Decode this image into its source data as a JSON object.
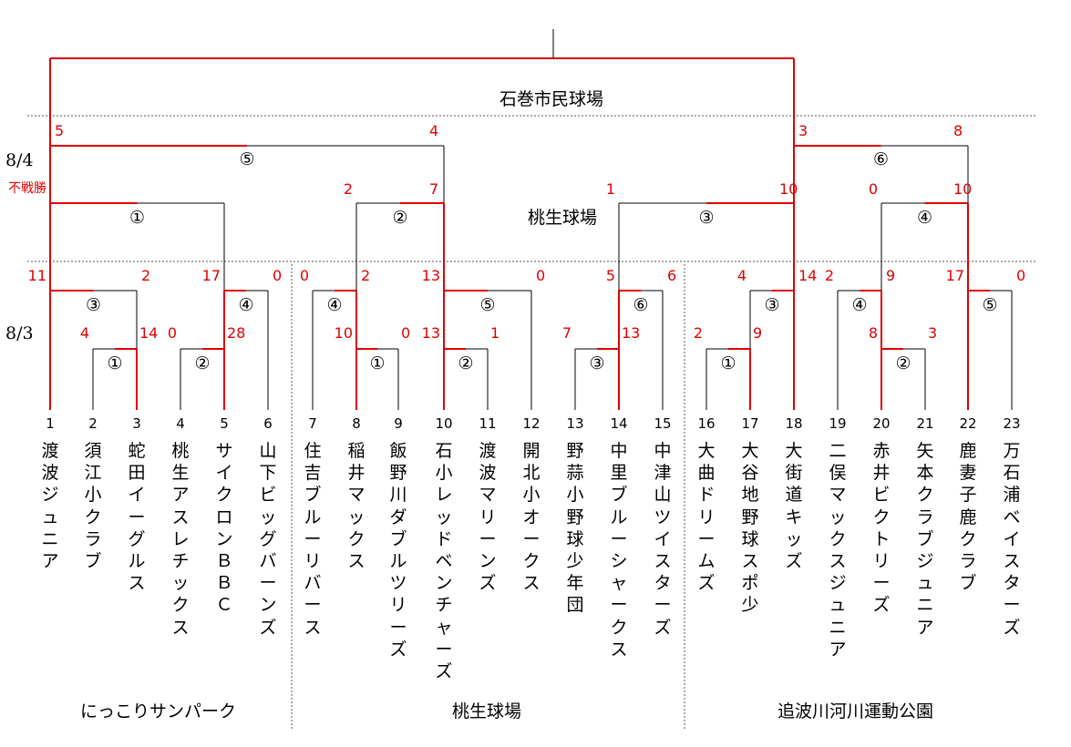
{
  "venues": {
    "final": "石巻市民球場",
    "semifinal": "桃生球場",
    "zone1": "にっこりサンパーク",
    "zone2": "桃生球場",
    "zone3": "追波川河川運動公園"
  },
  "dates": {
    "day2": "8/4",
    "day1": "8/3"
  },
  "teams": [
    {
      "no": "1",
      "name": "渡波ジュニア"
    },
    {
      "no": "2",
      "name": "須江小クラブ"
    },
    {
      "no": "3",
      "name": "蛇田イーグルス"
    },
    {
      "no": "4",
      "name": "桃生アスレチックス"
    },
    {
      "no": "5",
      "name": "サイクロンＢＢＣ"
    },
    {
      "no": "6",
      "name": "山下ビッグバーンズ"
    },
    {
      "no": "7",
      "name": "住吉ブルーリバース"
    },
    {
      "no": "8",
      "name": "稲井マックス"
    },
    {
      "no": "9",
      "name": "飯野川ダブルツリーズ"
    },
    {
      "no": "10",
      "name": "石小レッドベンチャーズ"
    },
    {
      "no": "11",
      "name": "渡波マリーンズ"
    },
    {
      "no": "12",
      "name": "開北小オークス"
    },
    {
      "no": "13",
      "name": "野蒜小野球少年団"
    },
    {
      "no": "14",
      "name": "中里ブルーシャークス"
    },
    {
      "no": "15",
      "name": "中津山ツイスターズ"
    },
    {
      "no": "16",
      "name": "大曲ドリームズ"
    },
    {
      "no": "17",
      "name": "大谷地野球スポ少"
    },
    {
      "no": "18",
      "name": "大街道キッズ"
    },
    {
      "no": "19",
      "name": "二俣マックスジュニア"
    },
    {
      "no": "20",
      "name": "赤井ビクトリーズ"
    },
    {
      "no": "21",
      "name": "矢本クラブジュニア"
    },
    {
      "no": "22",
      "name": "鹿妻子鹿クラブ"
    },
    {
      "no": "23",
      "name": "万石浦ベイスターズ"
    }
  ],
  "matches": {
    "d1": [
      {
        "label": "①",
        "l": "4",
        "r": "14"
      },
      {
        "label": "②",
        "l": "0",
        "r": "28"
      },
      {
        "label": "①",
        "l": "10",
        "r": "0"
      },
      {
        "label": "②",
        "l": "13",
        "r": "1"
      },
      {
        "label": "③",
        "l": "7",
        "r": "13"
      },
      {
        "label": "①",
        "l": "2",
        "r": "9"
      },
      {
        "label": "②",
        "l": "8",
        "r": "3"
      }
    ],
    "d2": [
      {
        "label": "③",
        "l": "11",
        "r": "2"
      },
      {
        "label": "④",
        "l": "17",
        "r": "0"
      },
      {
        "label": "④",
        "l": "0",
        "r": "2"
      },
      {
        "label": "⑤",
        "l": "13",
        "r": "0"
      },
      {
        "label": "⑥",
        "l": "5",
        "r": "6"
      },
      {
        "label": "③",
        "l": "4",
        "r": "14"
      },
      {
        "label": "④",
        "l": "2",
        "r": "9"
      },
      {
        "label": "⑤",
        "l": "17",
        "r": "0"
      }
    ],
    "qf": [
      {
        "label": "①",
        "l": "不戦勝",
        "r": ""
      },
      {
        "label": "②",
        "l": "2",
        "r": "7"
      },
      {
        "label": "③",
        "l": "1",
        "r": "10"
      },
      {
        "label": "④",
        "l": "0",
        "r": "10"
      }
    ],
    "sf": [
      {
        "label": "⑤",
        "l": "5",
        "r": "4"
      },
      {
        "label": "⑥",
        "l": "3",
        "r": "8"
      }
    ]
  },
  "colors": {
    "line": "#000000",
    "winner": "#e00000",
    "score": "#e00000"
  }
}
